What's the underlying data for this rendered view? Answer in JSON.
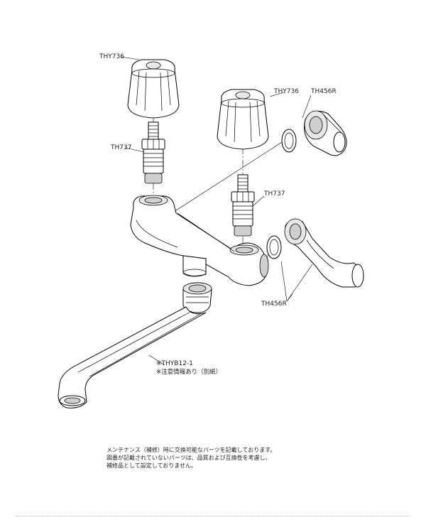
{
  "labels": {
    "handle_left": "THY736",
    "handle_right": "THY736",
    "cartridge_left": "TH737",
    "cartridge_right": "TH737",
    "eccentric_upper": "TH456R",
    "eccentric_lower": "TH456R",
    "spout": "※THYB12-1",
    "spout_note": "※注意情報あり（別紙）"
  },
  "notes": [
    "メンテナンス（補修）時に交換可能なパーツを記載しております。",
    "図番が記載されていないパーツは、品質および互換性を考慮し、",
    "補修品として設定しておりません。"
  ]
}
